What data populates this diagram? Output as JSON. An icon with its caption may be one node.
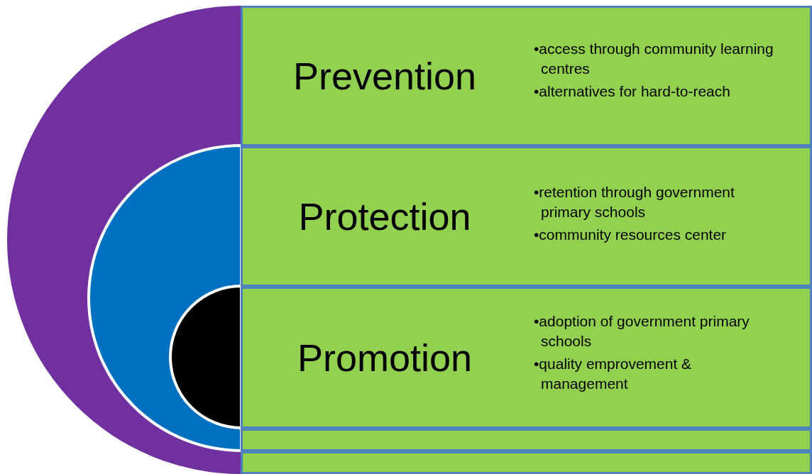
{
  "diagram": {
    "nodes": [
      {
        "text": [
          "Prevention",
          "•access through community learning centres",
          "•alternatives for hard-to-reach"
        ]
      },
      {
        "text": [
          "Protection",
          "•retention through government primary schools",
          "•community resources center"
        ]
      },
      {
        "text": [
          "Promotion",
          "•adoption of government primary schools",
          "•quality emprovement & management"
        ]
      },
      {
        "text": [],
        "shape": "bar"
      },
      {
        "text": [],
        "shape": "bar"
      }
    ]
  }
}
